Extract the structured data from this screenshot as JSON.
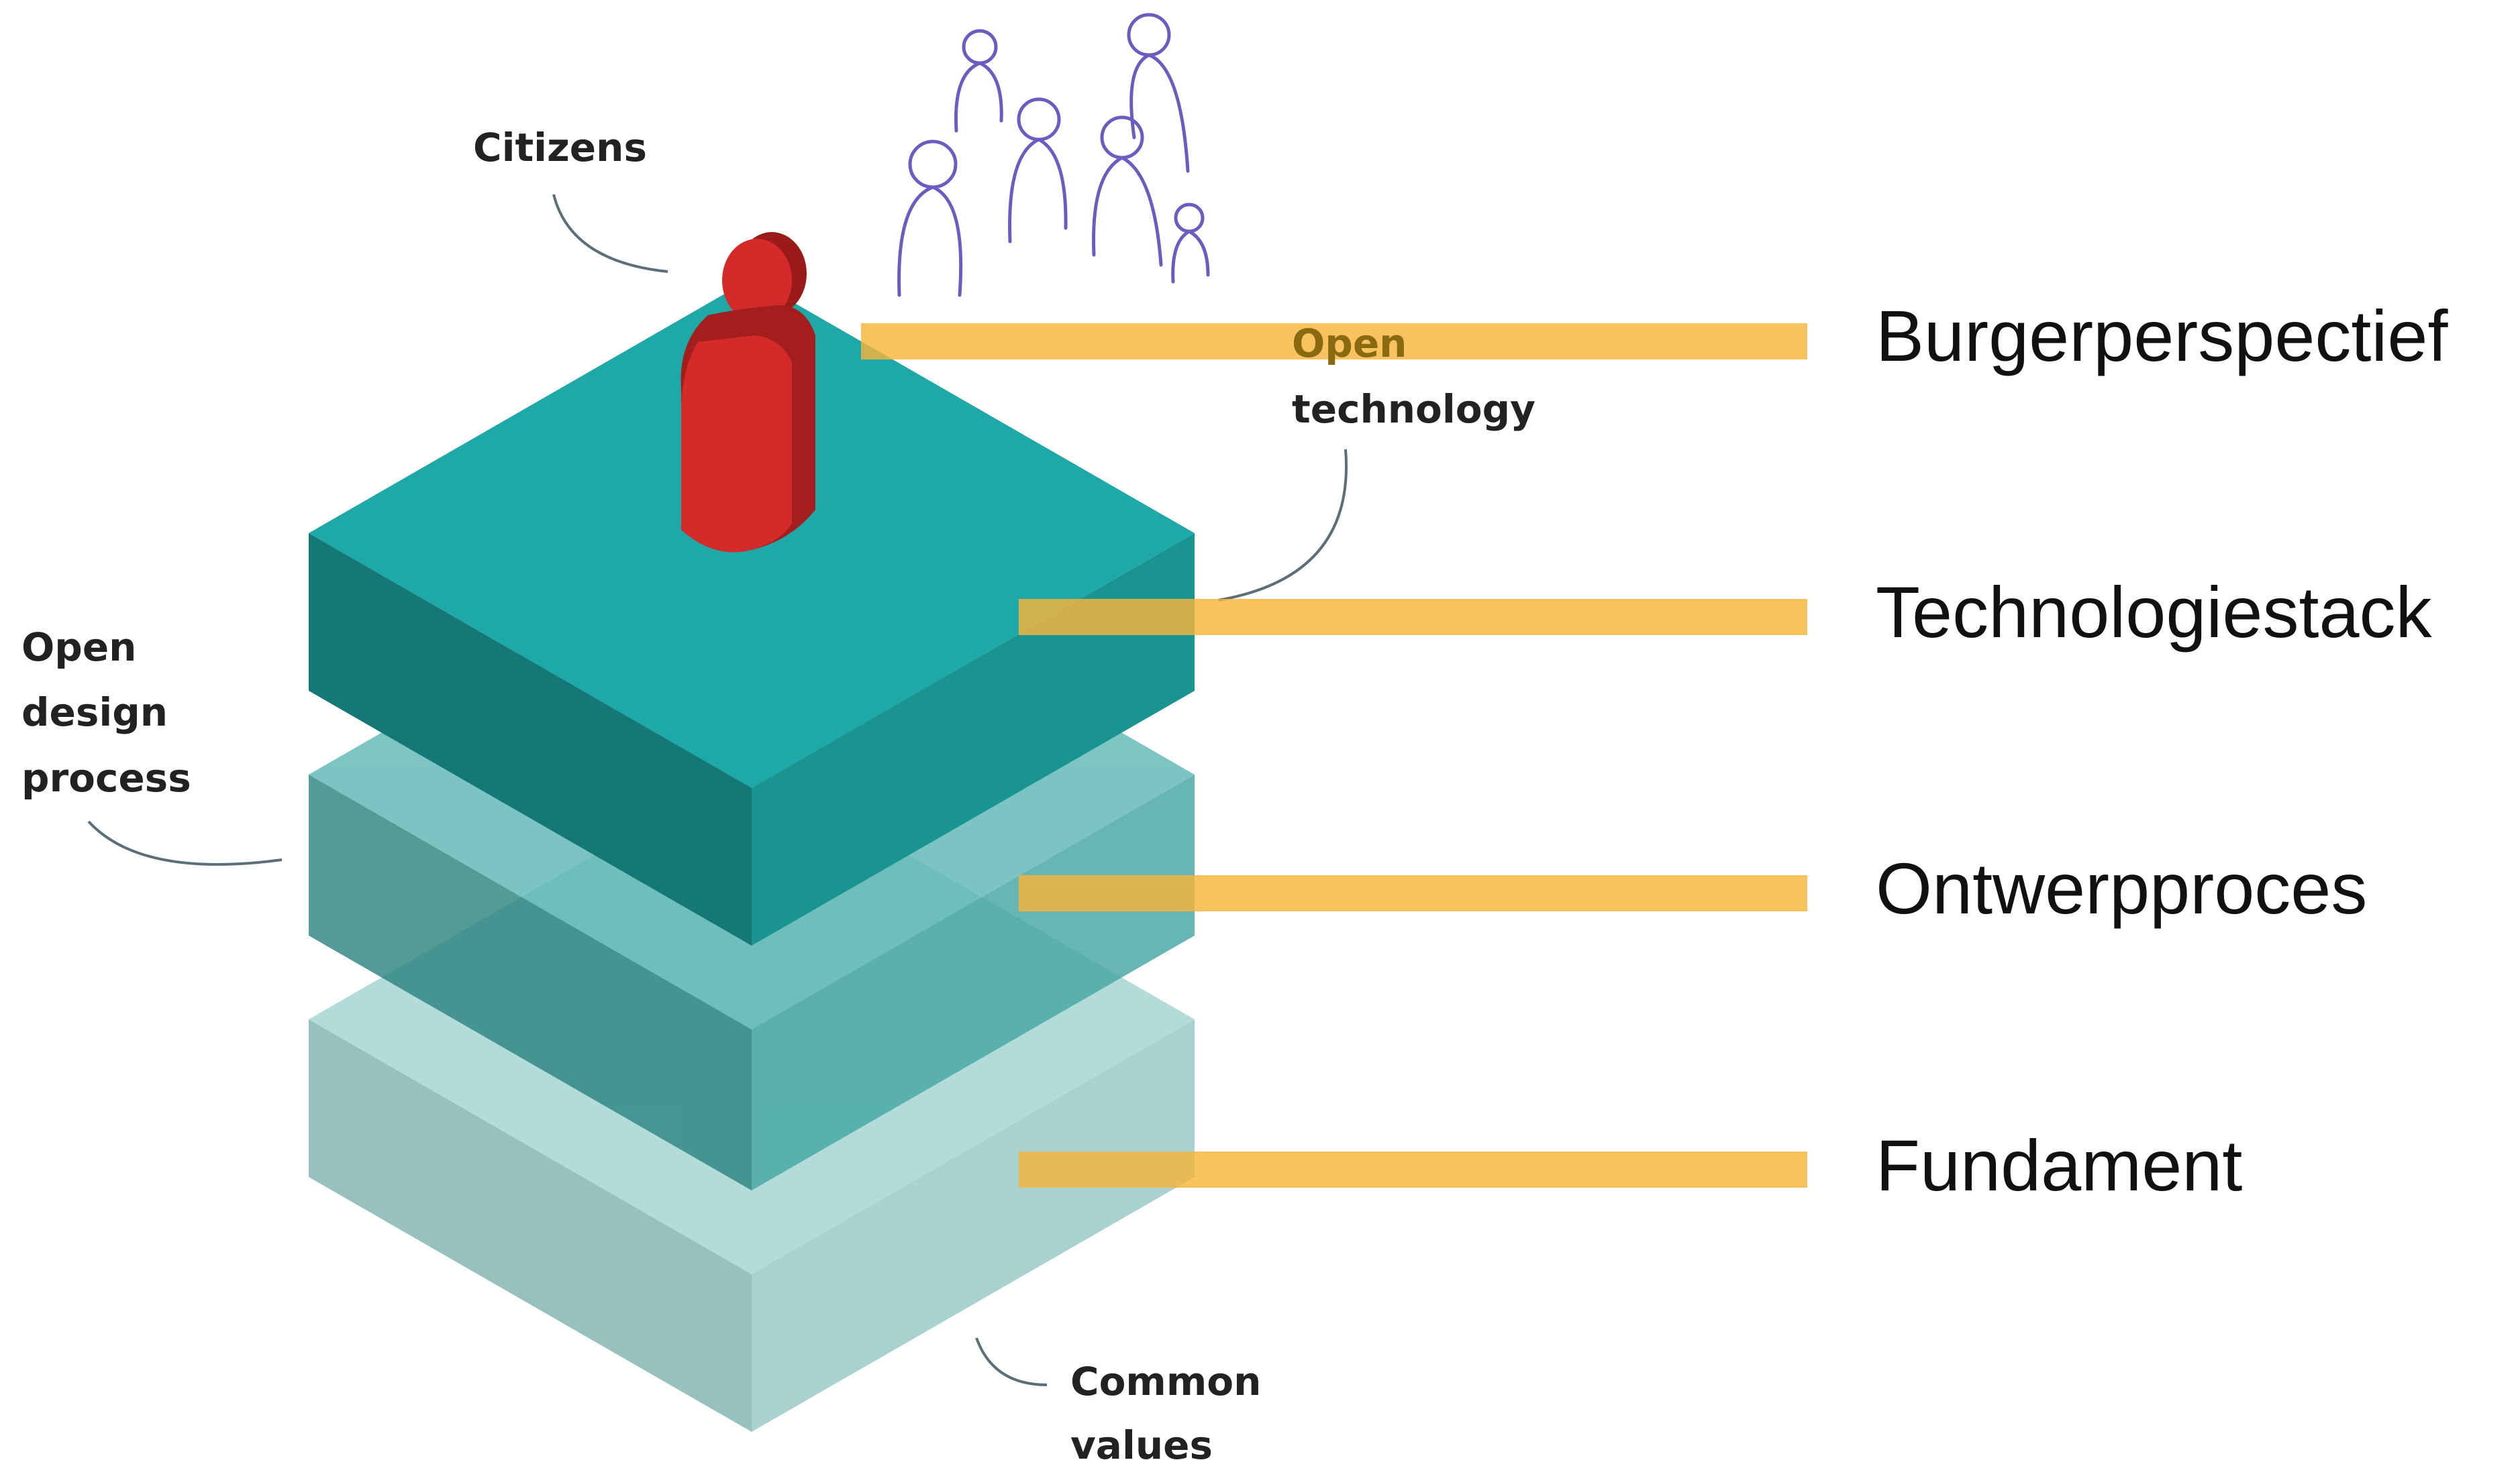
{
  "annotations": {
    "citizens": "Citizens",
    "open_technology_line1": "Open",
    "open_technology_line2": "technology",
    "open_design_line1": "Open",
    "open_design_line2": "design",
    "open_design_line3": "process",
    "common_values_line1": "Common",
    "common_values_line2": "values"
  },
  "layers": [
    {
      "label": "Burgerperspectief"
    },
    {
      "label": "Technologiestack"
    },
    {
      "label": "Ontwerpproces"
    },
    {
      "label": "Fundament"
    }
  ],
  "colors": {
    "layer_top": "#1fa8a8",
    "layer_top_left": "#157876",
    "layer_top_right": "#1a9490",
    "layer_middle": "#4aa9a8",
    "layer_bottom": "#9ed0cf",
    "bar": "#f7b43a",
    "citizen": "#d42a2a",
    "sketch": "#6a5cc0"
  },
  "icons": {
    "citizen": "citizen-figure-icon",
    "crowd": "people-sketch-icon"
  }
}
